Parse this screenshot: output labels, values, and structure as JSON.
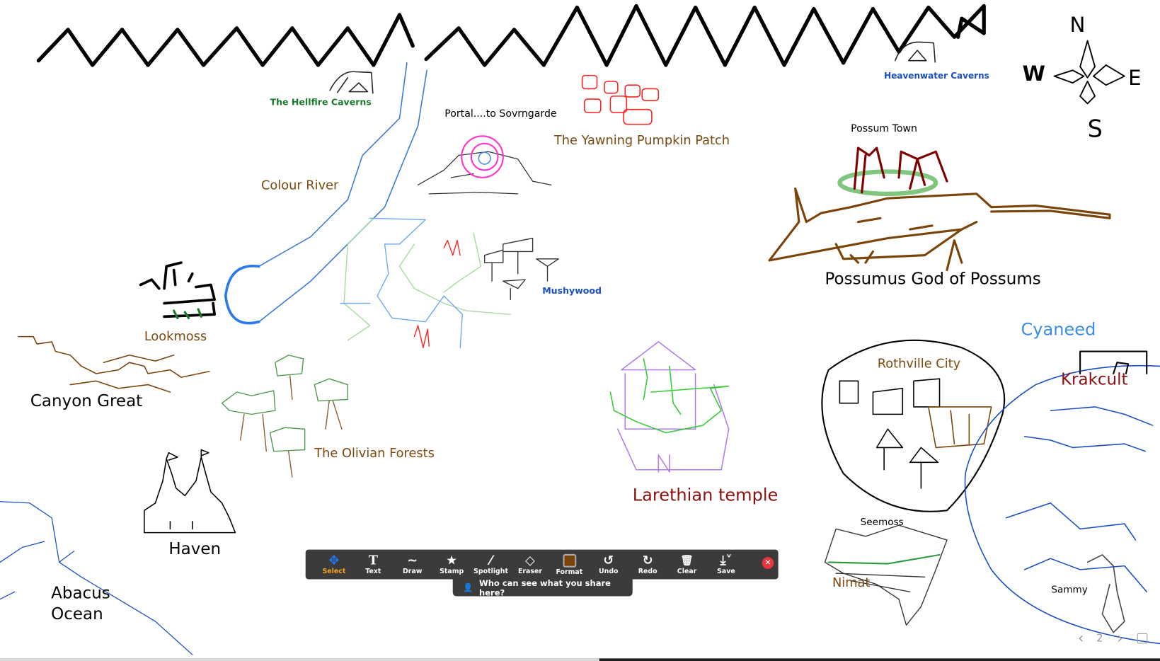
{
  "labels": {
    "hellfire": "The Hellfire Caverns",
    "heavenwater": "Heavenwater Caverns",
    "portal": "Portal....to Sovrngarde",
    "pumpkin": "The Yawning Pumpkin Patch",
    "colour_river": "Colour River",
    "possum_town": "Possum Town",
    "possumus": "Possumus God of Possums",
    "mushywood": "Mushywood",
    "lookmoss": "Lookmoss",
    "cyaneed": "Cyaneed",
    "rothville": "Rothville City",
    "krakcult": "Krakcult",
    "canyon": "Canyon Great",
    "olivian": "The Olivian Forests",
    "larethian": "Larethian temple",
    "haven": "Haven",
    "seemoss": "Seemoss",
    "nimat": "Nimat",
    "sammy": "Sammy",
    "abacus_line1": "Abacus",
    "abacus_line2": "Ocean"
  },
  "compass": {
    "n": "N",
    "e": "E",
    "s": "S",
    "w": "W"
  },
  "toolbar": {
    "items": [
      {
        "label": "Select",
        "icon": "move-arrows-icon",
        "glyph": "✥"
      },
      {
        "label": "Text",
        "icon": "text-icon",
        "glyph": "T"
      },
      {
        "label": "Draw",
        "icon": "draw-icon",
        "glyph": "∼"
      },
      {
        "label": "Stamp",
        "icon": "star-icon",
        "glyph": "★"
      },
      {
        "label": "Spotlight",
        "icon": "wand-icon",
        "glyph": "⁄"
      },
      {
        "label": "Eraser",
        "icon": "eraser-icon",
        "glyph": "◇"
      },
      {
        "label": "Format",
        "icon": "color-swatch-icon",
        "glyph": ""
      },
      {
        "label": "Undo",
        "icon": "undo-icon",
        "glyph": "↺"
      },
      {
        "label": "Redo",
        "icon": "redo-icon",
        "glyph": "↻"
      },
      {
        "label": "Clear",
        "icon": "trash-icon",
        "glyph": "🗑"
      },
      {
        "label": "Save",
        "icon": "save-icon",
        "glyph": "⤓˅"
      }
    ],
    "selected": "Select",
    "format_color": "#7a4408",
    "close_glyph": "✕"
  },
  "tooltip": {
    "text": "Who can see what you share here?"
  },
  "pager": {
    "prev": "‹",
    "page": "2",
    "next": "›"
  }
}
